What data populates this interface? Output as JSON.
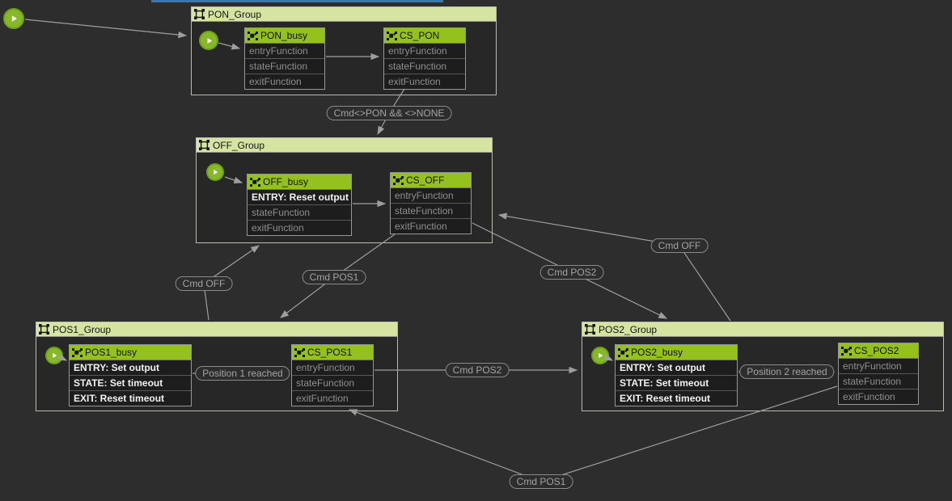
{
  "diagram": {
    "groups": [
      {
        "title": "PON_Group",
        "states": [
          {
            "title": "PON_busy",
            "rows": [
              {
                "text": "entryFunction"
              },
              {
                "text": "stateFunction"
              },
              {
                "text": "exitFunction"
              }
            ]
          },
          {
            "title": "CS_PON",
            "rows": [
              {
                "text": "entryFunction"
              },
              {
                "text": "stateFunction"
              },
              {
                "text": "exitFunction"
              }
            ]
          }
        ]
      },
      {
        "title": "OFF_Group",
        "states": [
          {
            "title": "OFF_busy",
            "rows": [
              {
                "text": "ENTRY: Reset output"
              },
              {
                "text": "stateFunction"
              },
              {
                "text": "exitFunction"
              }
            ]
          },
          {
            "title": "CS_OFF",
            "rows": [
              {
                "text": "entryFunction"
              },
              {
                "text": "stateFunction"
              },
              {
                "text": "exitFunction"
              }
            ]
          }
        ]
      },
      {
        "title": "POS1_Group",
        "states": [
          {
            "title": "POS1_busy",
            "rows": [
              {
                "text": "ENTRY: Set output"
              },
              {
                "text": "STATE: Set timeout"
              },
              {
                "text": "EXIT: Reset timeout"
              }
            ]
          },
          {
            "title": "CS_POS1",
            "rows": [
              {
                "text": "entryFunction"
              },
              {
                "text": "stateFunction"
              },
              {
                "text": "exitFunction"
              }
            ]
          }
        ]
      },
      {
        "title": "POS2_Group",
        "states": [
          {
            "title": "POS2_busy",
            "rows": [
              {
                "text": "ENTRY: Set output"
              },
              {
                "text": "STATE: Set timeout"
              },
              {
                "text": "EXIT: Reset timeout"
              }
            ]
          },
          {
            "title": "CS_POS2",
            "rows": [
              {
                "text": "entryFunction"
              },
              {
                "text": "stateFunction"
              },
              {
                "text": "exitFunction"
              }
            ]
          }
        ]
      }
    ],
    "transitions": {
      "pon_to_off": "Cmd<>PON && <>NONE",
      "off_from_pos1": "Cmd OFF",
      "pos1_from_off": "Cmd POS1",
      "pos2_from_off": "Cmd POS2",
      "off_from_pos2": "Cmd OFF",
      "pos1_reached": "Position 1 reached",
      "pos2_reached": "Position 2 reached",
      "pos2_from_pos1": "Cmd POS2",
      "pos1_from_pos2": "Cmd POS1"
    },
    "colors": {
      "canvas_bg": "#2d2d2d",
      "group_header": "#d5e5a1",
      "state_header": "#95c11f",
      "start_node": "#86b82a",
      "wire": "#9e9e9e",
      "top_strip": "#3976ab"
    }
  }
}
